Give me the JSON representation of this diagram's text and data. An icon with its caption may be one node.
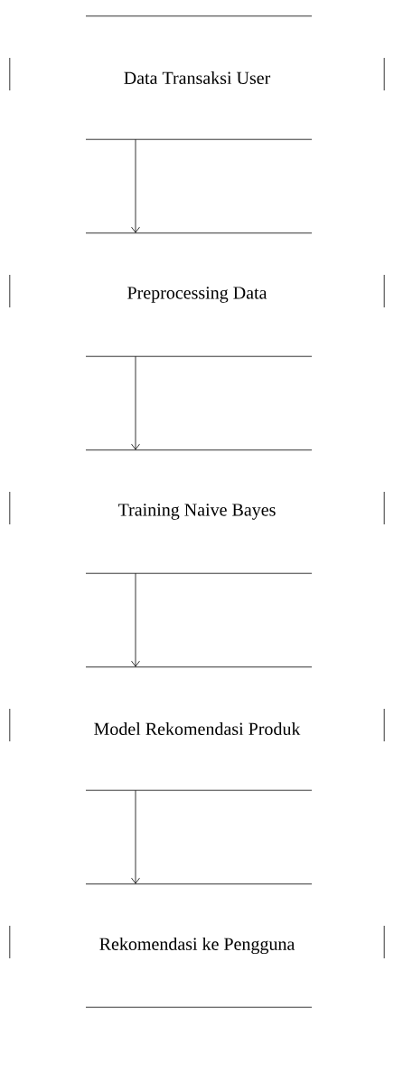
{
  "diagram": {
    "nodes": [
      {
        "text": [
          "Data Transaksi User"
        ]
      },
      {
        "text": [
          "Preprocessing Data"
        ]
      },
      {
        "text": [
          "Training Naive Bayes"
        ]
      },
      {
        "text": [
          "Model Rekomendasi Produk"
        ]
      },
      {
        "text": [
          "Rekomendasi ke Pengguna"
        ]
      }
    ],
    "edges": [
      {
        "from": 0,
        "to": 1,
        "arrow": "to"
      },
      {
        "from": 1,
        "to": 2,
        "arrow": "to"
      },
      {
        "from": 2,
        "to": 3,
        "arrow": "to"
      },
      {
        "from": 3,
        "to": 4,
        "arrow": "to"
      }
    ]
  }
}
